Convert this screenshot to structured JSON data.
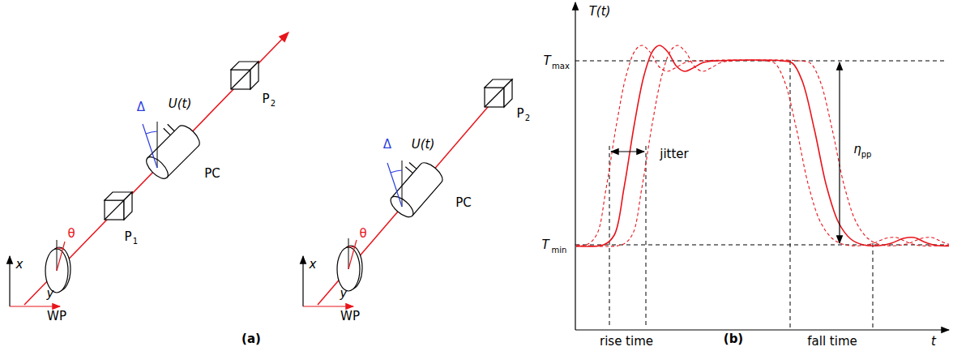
{
  "diagram": {
    "labels": [
      "x",
      "y",
      "θ",
      "WP",
      "P",
      "1",
      "Δ",
      "U(t)",
      "PC",
      "P",
      "2",
      "x",
      "y",
      "θ",
      "WP",
      "Δ",
      "U(t)",
      "PC",
      "P",
      "2",
      "(a)",
      "T(t)",
      "T",
      "max",
      "T",
      "min",
      "jitter",
      "η",
      "pp",
      "rise time",
      "fall time",
      "t",
      "(b)"
    ]
  }
}
